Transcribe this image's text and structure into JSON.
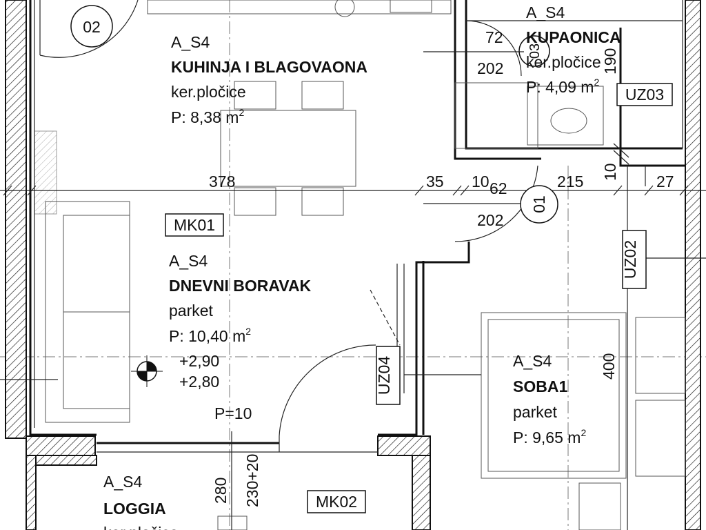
{
  "rooms": {
    "kitchen": {
      "code": "A_S4",
      "name": "KUHINJA I BLAGOVAONA",
      "material": "ker.pločice",
      "area_prefix": "P: 8,38 m",
      "area_sup": "2"
    },
    "bathroom": {
      "code": "A_S4",
      "name": "KUPAONICA",
      "material": "ker.pločice",
      "area_prefix": "P: 4,09 m",
      "area_sup": "2"
    },
    "living": {
      "code": "A_S4",
      "name": "DNEVNI BORAVAK",
      "material": "parket",
      "area_prefix": "P: 10,40 m",
      "area_sup": "2"
    },
    "bedroom": {
      "code": "A_S4",
      "name": "SOBA1",
      "material": "parket",
      "area_prefix": "P: 9,65 m",
      "area_sup": "2"
    },
    "loggia": {
      "code": "A_S4",
      "name": "LOGGIA",
      "material": "ker.pločice"
    }
  },
  "tags": {
    "mk01": "MK01",
    "mk02": "MK02",
    "uz02": "UZ02",
    "uz03": "UZ03",
    "uz04": "UZ04"
  },
  "doors": {
    "d01": "01",
    "d02": "02",
    "d03": "03"
  },
  "dimensions": {
    "d378": "378",
    "d35": "35",
    "d10a": "10",
    "d215": "215",
    "d10b": "10",
    "d27": "27",
    "d72": "72",
    "d202a": "202",
    "d190": "190",
    "d202b": "202",
    "d62": "62",
    "d400": "400",
    "d280": "280",
    "d230": "230+20",
    "p10": "P=10"
  },
  "levels": {
    "upper": "+2,90",
    "lower": "+2,80"
  }
}
